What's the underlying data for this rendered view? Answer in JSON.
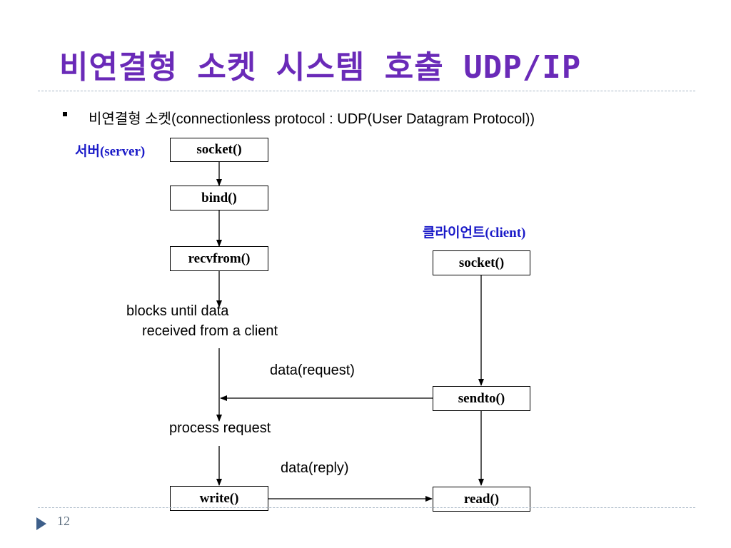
{
  "slide": {
    "title": "비연결형 소켓 시스템 호출 UDP/IP",
    "bullet": "비연결형 소켓(connectionless protocol : UDP(User Datagram Protocol))",
    "page_number": "12"
  },
  "server": {
    "label": "서버(server)",
    "socket": "socket()",
    "bind": "bind()",
    "recvfrom": "recvfrom()",
    "write": "write()"
  },
  "client": {
    "label": "클라이언트(client)",
    "socket": "socket()",
    "sendto": "sendto()",
    "read": "read()"
  },
  "notes": {
    "blocks_line1": "blocks until data",
    "blocks_line2": "received from a client",
    "request": "data(request)",
    "process": "process request",
    "reply": "data(reply)"
  },
  "colors": {
    "title": "#6a2ab8",
    "role_label": "#1a1ac8",
    "rule": "#a9b7c6",
    "nav_icon": "#3e5f8a"
  }
}
